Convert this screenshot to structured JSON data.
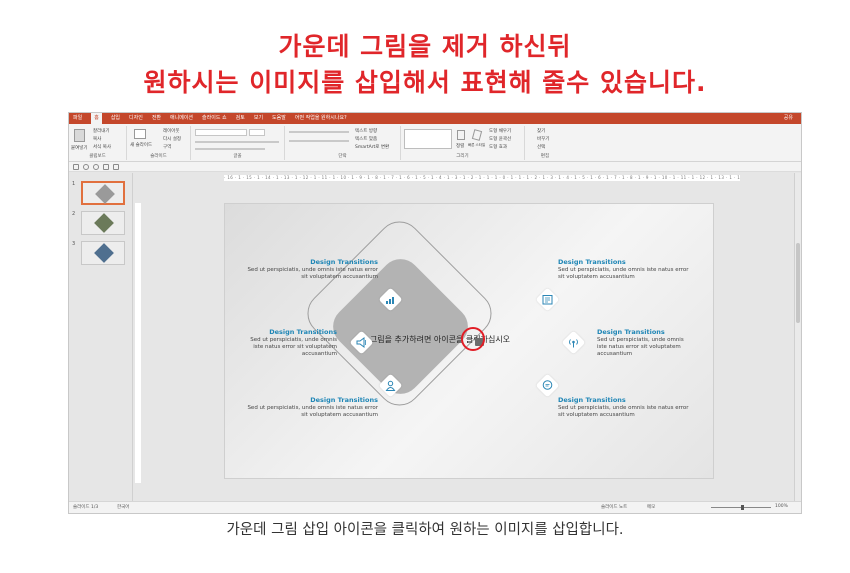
{
  "headline": {
    "line1": "가운데 그림을 제거 하신뒤",
    "line2": "원하시는 이미지를 삽입해서 표현해 줄수 있습니다."
  },
  "caption": "가운데 그림 삽입 아이콘을 클릭하여 원하는 이미지를 삽입합니다.",
  "app": {
    "tabs": [
      "파일",
      "홈",
      "삽입",
      "디자인",
      "전환",
      "애니메이션",
      "슬라이드 쇼",
      "검토",
      "보기",
      "도움말"
    ],
    "tell_me": "어떤 작업을 원하시나요?",
    "share": "공유",
    "accent": "#c4472b",
    "ribbon": {
      "clipboard": {
        "label": "클립보드",
        "paste": "붙여넣기",
        "cut": "잘라내기",
        "copy": "복사",
        "format": "서식 복사"
      },
      "slides": {
        "label": "슬라이드",
        "new_slide": "새 슬라이드",
        "layout": "레이아웃",
        "reset": "다시 설정",
        "section": "구역"
      },
      "font": {
        "label": "글꼴"
      },
      "paragraph": {
        "label": "단락",
        "text_dir": "텍스트 방향",
        "align_text": "텍스트 맞춤",
        "smartart": "SmartArt로 변환"
      },
      "drawing": {
        "label": "그리기",
        "arrange": "정렬",
        "quick_styles": "빠른 스타일",
        "fill": "도형 채우기",
        "outline": "도형 윤곽선",
        "effects": "도형 효과"
      },
      "editing": {
        "label": "편집",
        "find": "찾기",
        "replace": "바꾸기",
        "select": "선택"
      }
    },
    "thumbnails": [
      "1",
      "2",
      "3"
    ],
    "ruler_text": "· 16 · 1 · 15 · 1 · 14 · 1 · 13 · 1 · 12 · 1 · 11 · 1 · 10 · 1 · 9 · 1 · 8 · 1 · 7 · 1 · 6 · 1 · 5 · 1 · 4 · 1 · 3 · 1 · 2 · 1 · 1 · 1 · 0 · 1 · 1 · 1 · 2 · 1 · 3 · 1 · 4 · 1 · 5 · 1 · 6 · 1 · 7 · 1 · 8 · 1 · 9 · 1 · 10 · 1 · 11 · 1 · 12 · 1 · 13 · 1 · 14 · 1 · 15 · 1 · 16 ·",
    "status": {
      "slide": "슬라이드 1/3",
      "language": "한국어",
      "notes": "슬라이드 노트",
      "comments": "메모",
      "zoom": "100%"
    }
  },
  "slide": {
    "placeholder_text": "그림을 추가하려면 아이콘을 클릭하십시오",
    "highlight_color": "#e11d26",
    "items": [
      {
        "title": "Design Transitions",
        "desc": "Sed ut perspiciatis, unde omnis iste natus error sit voluptatem accusantium",
        "icon": "bar-chart-icon"
      },
      {
        "title": "Design Transitions",
        "desc": "Sed ut perspiciatis, unde omnis iste natus error sit voluptatem accusantium",
        "icon": "megaphone-icon"
      },
      {
        "title": "Design Transitions",
        "desc": "Sed ut perspiciatis, unde omnis iste natus error sit voluptatem accusantium",
        "icon": "user-icon"
      },
      {
        "title": "Design Transitions",
        "desc": "Sed ut perspiciatis, unde omnis iste natus error sit voluptatem accusantium",
        "icon": "news-icon"
      },
      {
        "title": "Design Transitions",
        "desc": "Sed ut perspiciatis, unde omnis iste natus error sit voluptatem accusantium",
        "icon": "broadcast-icon"
      },
      {
        "title": "Design Transitions",
        "desc": "Sed ut perspiciatis, unde omnis iste natus error sit voluptatem accusantium",
        "icon": "chat-icon"
      }
    ]
  }
}
